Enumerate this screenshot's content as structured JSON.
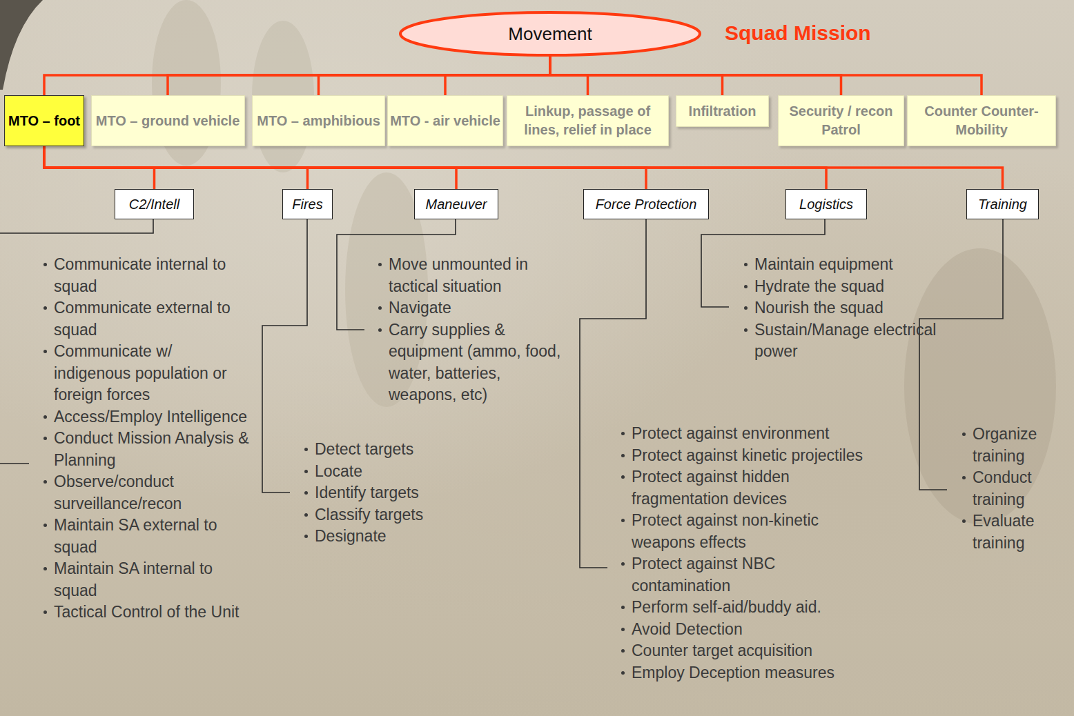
{
  "diagram": {
    "nodes": [
      {
        "text": [
          "Movement"
        ]
      },
      {
        "text": [
          "MTO – foot"
        ]
      },
      {
        "text": [
          "MTO – ground vehicle"
        ]
      },
      {
        "text": [
          "MTO – amphibious"
        ]
      },
      {
        "text": [
          "MTO - air vehicle"
        ]
      },
      {
        "text": [
          "Linkup, passage of lines, relief in place"
        ]
      },
      {
        "text": [
          "Infiltration"
        ]
      },
      {
        "text": [
          "Security / recon Patrol"
        ]
      },
      {
        "text": [
          "Counter Counter-Mobility"
        ]
      },
      {
        "text": [
          "C2/Intell"
        ]
      },
      {
        "text": [
          "Fires"
        ]
      },
      {
        "text": [
          "Maneuver"
        ]
      },
      {
        "text": [
          "Force Protection"
        ]
      },
      {
        "text": [
          "Logistics"
        ]
      },
      {
        "text": [
          "Training"
        ]
      }
    ],
    "edges": [
      {
        "from": 0,
        "to": 1,
        "arrow": "none"
      },
      {
        "from": 0,
        "to": 2,
        "arrow": "none"
      },
      {
        "from": 0,
        "to": 3,
        "arrow": "none"
      },
      {
        "from": 0,
        "to": 4,
        "arrow": "none"
      },
      {
        "from": 0,
        "to": 5,
        "arrow": "none"
      },
      {
        "from": 0,
        "to": 6,
        "arrow": "none"
      },
      {
        "from": 0,
        "to": 7,
        "arrow": "none"
      },
      {
        "from": 0,
        "to": 8,
        "arrow": "none"
      },
      {
        "from": 1,
        "to": 9,
        "arrow": "none"
      },
      {
        "from": 1,
        "to": 10,
        "arrow": "none"
      },
      {
        "from": 1,
        "to": 11,
        "arrow": "none"
      },
      {
        "from": 1,
        "to": 12,
        "arrow": "none"
      },
      {
        "from": 1,
        "to": 13,
        "arrow": "none"
      },
      {
        "from": 1,
        "to": 14,
        "arrow": "none"
      }
    ],
    "labels": [
      "Squad Mission",
      "Communicate internal to squad",
      "Communicate external to squad",
      "Communicate w/ indigenous population or foreign forces",
      "Access/Employ Intelligence",
      "Conduct Mission Analysis & Planning",
      "Observe/conduct surveillance/recon",
      "Maintain SA external to squad",
      "Maintain SA internal to squad",
      "Tactical Control of the Unit",
      "Detect targets",
      "Locate",
      "Identify targets",
      "Classify targets",
      "Designate",
      "Move unmounted in tactical situation",
      "Navigate",
      "Carry supplies & equipment (ammo, food, water, batteries, weapons, etc)",
      "Protect against environment",
      "Protect against kinetic projectiles",
      "Protect against hidden fragmentation devices",
      "Protect against non-kinetic weapons effects",
      "Protect against NBC contamination",
      "Perform self-aid/buddy aid.",
      "Avoid Detection",
      "Counter target acquisition",
      "Employ Deception measures",
      "Maintain equipment",
      "Hydrate the squad",
      "Nourish the squad",
      "Sustain/Manage electrical power",
      "Organize training",
      "Conduct training",
      "Evaluate training"
    ]
  }
}
